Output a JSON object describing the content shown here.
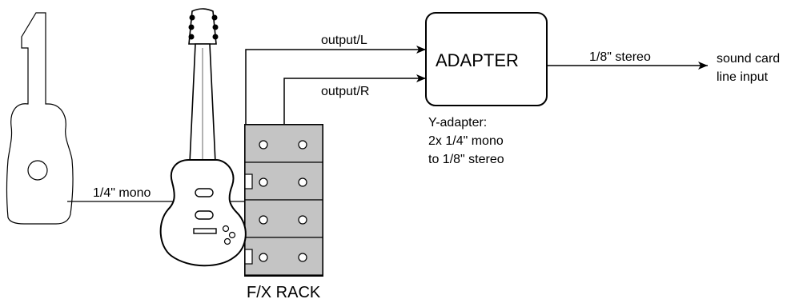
{
  "labels": {
    "output_l": "output/L",
    "output_r": "output/R",
    "adapter": "ADAPTER",
    "stereo": "1/8\" stereo",
    "sound_card_1": "sound card",
    "sound_card_2": "line input",
    "y_adapter_1": "Y-adapter:",
    "y_adapter_2": "2x 1/4\" mono",
    "y_adapter_3": "to 1/8\" stereo",
    "mono": "1/4\" mono",
    "fx_rack": "F/X RACK"
  },
  "colors": {
    "rack_fill": "#c4c4c4",
    "line": "#000000"
  }
}
